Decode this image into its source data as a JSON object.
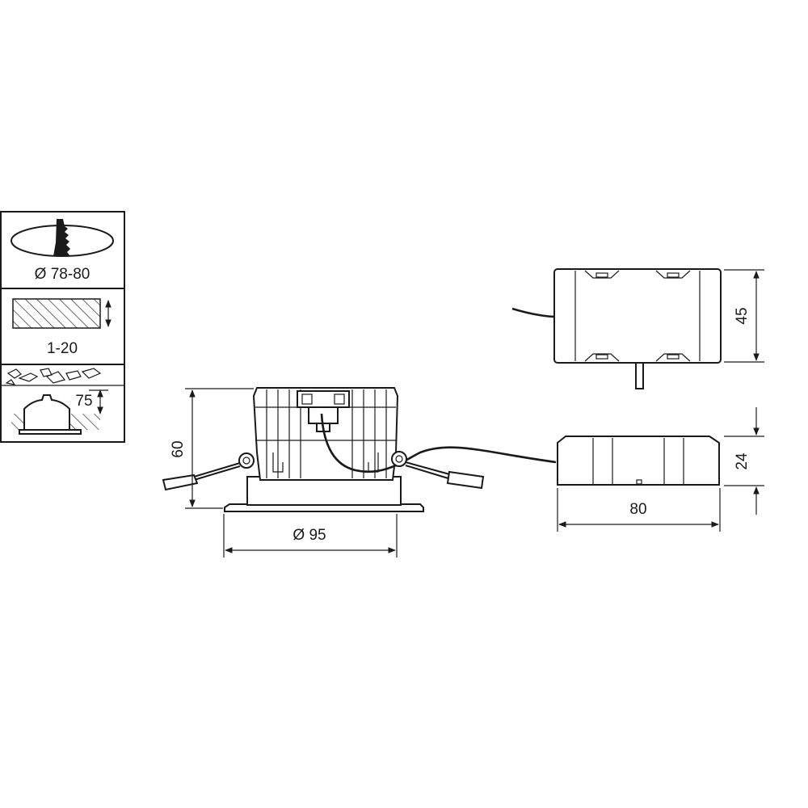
{
  "installation_panel": {
    "cutout_label": "Ø 78-80",
    "ceiling_thickness_label": "1-20",
    "recess_depth_label": "75"
  },
  "dimensions": {
    "luminaire_height": "60",
    "luminaire_diameter": "Ø 95",
    "driver_depth": "45",
    "driver_height": "24",
    "driver_length": "80"
  }
}
